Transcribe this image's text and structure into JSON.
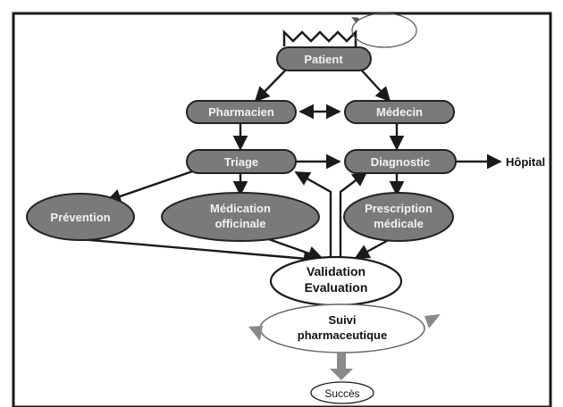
{
  "colors": {
    "node_fill": "#7a7a7a",
    "node_stroke": "#222222",
    "frame": "#1a1a1a",
    "arrow": "#1a1a1a",
    "cycle_arrow_fill": "#8a8a8a",
    "light_text": "#f2f2f2",
    "dark_text": "#111111"
  },
  "icons": {
    "crown": "crown-icon",
    "loop_arrow": "circular-arrow-icon"
  },
  "nodes": {
    "patient": "Patient",
    "pharmacien": "Pharmacien",
    "medecin": "Médecin",
    "triage": "Triage",
    "diagnostic": "Diagnostic",
    "hopital": "Hôpital",
    "prevention": "Prévention",
    "medication_line1": "Médication",
    "medication_line2": "officinale",
    "prescription_line1": "Prescription",
    "prescription_line2": "médicale",
    "validation_line1": "Validation",
    "validation_line2": "Evaluation",
    "suivi_line1": "Suivi",
    "suivi_line2": "pharmaceutique",
    "succes": "Succès"
  }
}
